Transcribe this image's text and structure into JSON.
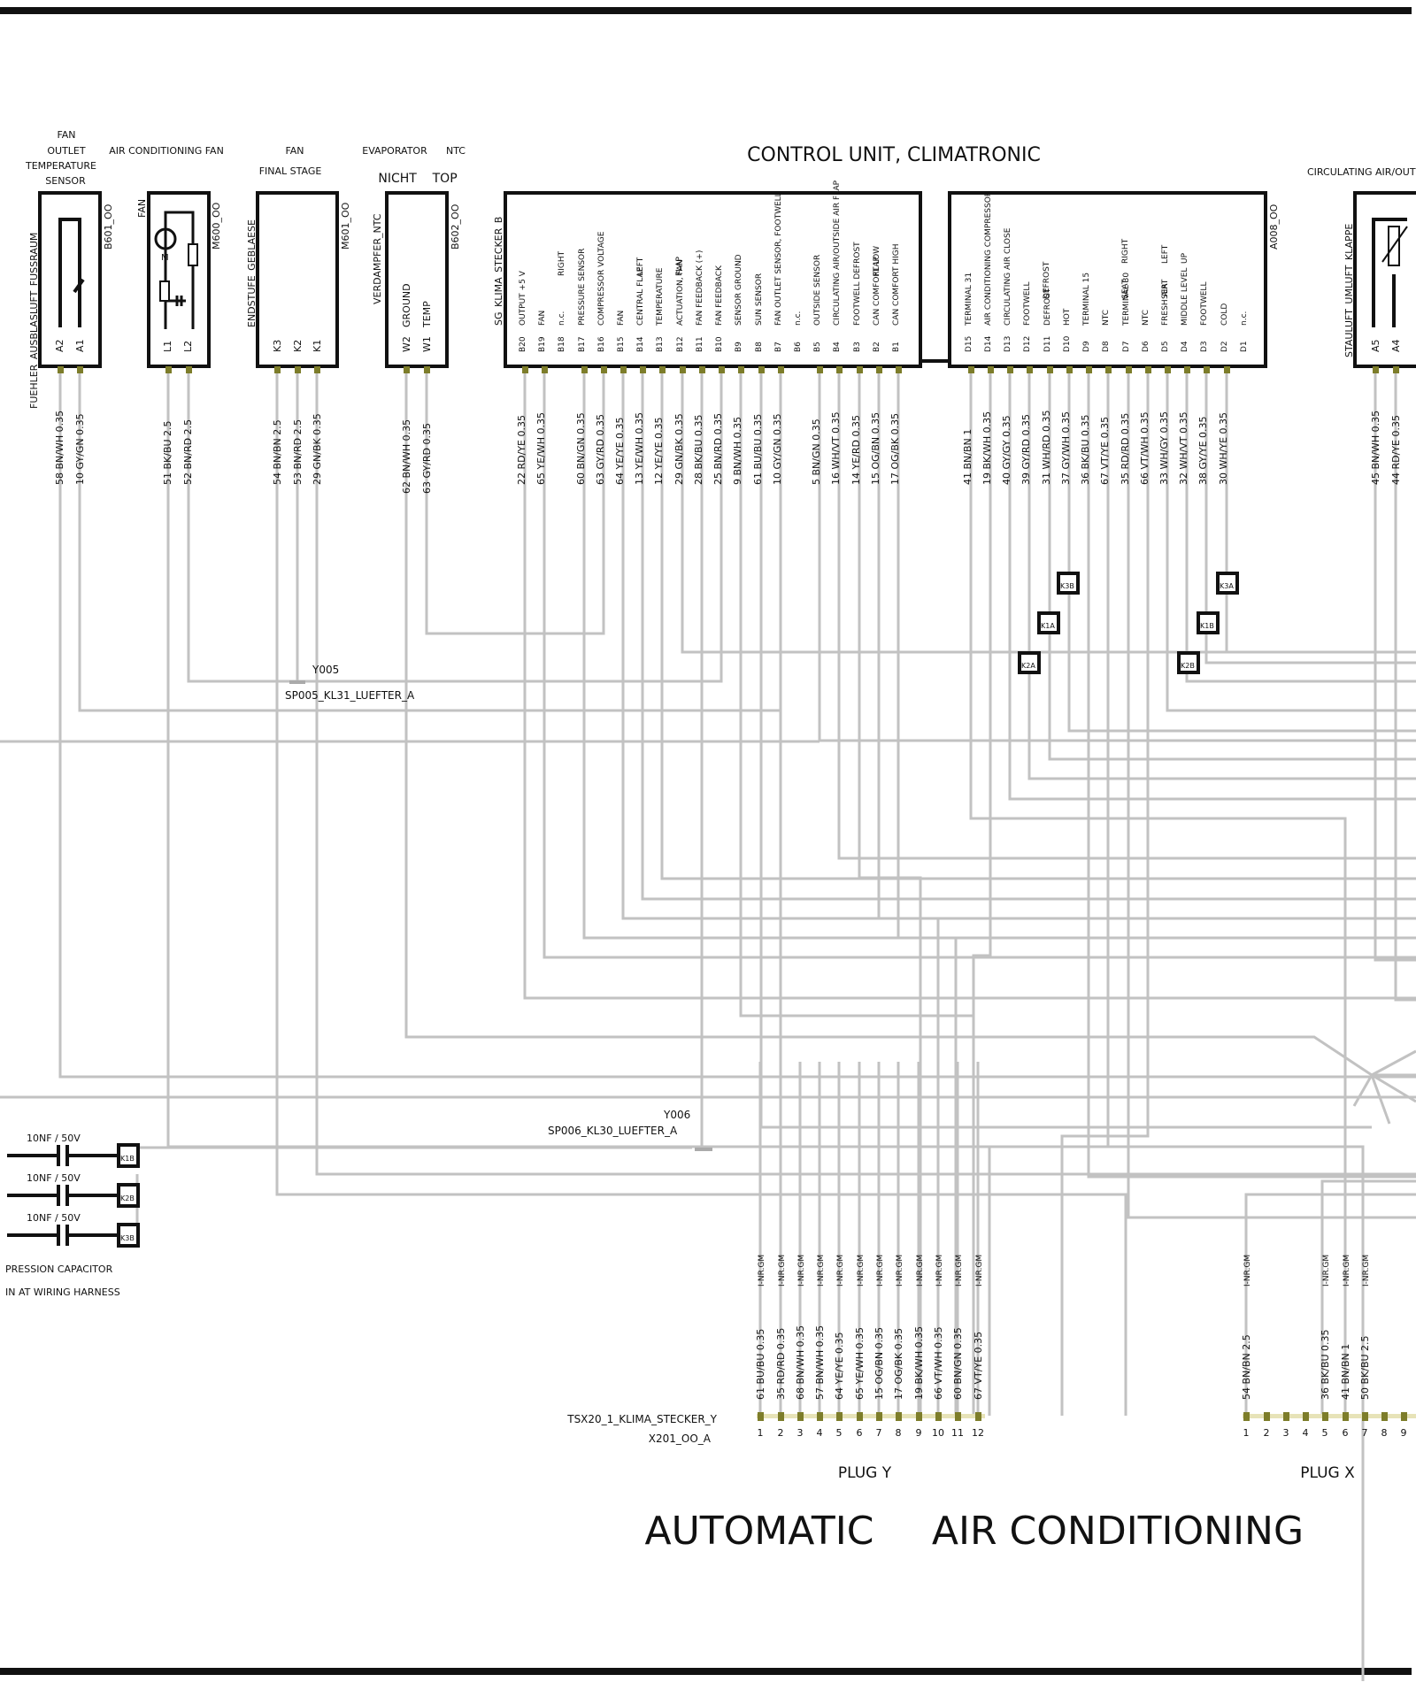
{
  "title": {
    "left": "AUTOMATIC",
    "right": "AIR CONDITIONING"
  },
  "colors": {
    "wire": "#c2c2c2",
    "frame": "#111111",
    "pin": "#7d7d2a"
  },
  "components": {
    "sensor": {
      "head": [
        "FAN",
        "OUTLET",
        "TEMPERATURE",
        "SENSOR"
      ],
      "name": "FUEHLER_AUSBLASLUFT_FUSSRAUM",
      "code": "B601_OO",
      "pins": [
        "A2",
        "A1"
      ],
      "wires": [
        "58 BN/WH 0.35",
        "10 GY/GN 0.35"
      ]
    },
    "fan": {
      "head": "AIR CONDITIONING FAN",
      "name": "FAN",
      "code": "M600_OO",
      "pins": [
        "L1",
        "L2"
      ],
      "wires": [
        "51 BK/BU 2.5",
        "52 BN/RD 2.5"
      ]
    },
    "stage": {
      "head": [
        "FAN",
        "FINAL STAGE"
      ],
      "name": "ENDSTUFE_GEBLAESE",
      "code": "M601_OO",
      "pins": [
        "K3",
        "K2",
        "K1"
      ],
      "wires": [
        "54 BN/BN 2.5",
        "53 BN/RD 2.5",
        "29 GN/BK 0.35"
      ]
    },
    "evap": {
      "head": [
        "EVAPORATOR",
        "NTC"
      ],
      "sub": "NICHT    TOP",
      "name": "VERDAMPFER_NTC",
      "code": "B602_OO",
      "pins": [
        "W2",
        "W1"
      ],
      "fn": [
        "GROUND",
        "TEMP"
      ],
      "wires": [
        "62 BN/WH 0.35",
        "63 GY/RD 0.35"
      ]
    },
    "control": {
      "title": "CONTROL UNIT, CLIMATRONIC",
      "connB": "SG_KLIMA_STECKER_B",
      "code": "A008_OO",
      "b_pins": [
        "B20",
        "B19",
        "B18",
        "B17",
        "B16",
        "B15",
        "B14",
        "B13",
        "B12",
        "B11",
        "B10",
        "B9",
        "B8",
        "B7",
        "B6",
        "B5",
        "B4",
        "B3",
        "B2",
        "B1"
      ],
      "b_fn": [
        "OUTPUT +5 V",
        "FAN",
        "n.c.",
        "PRESSURE SENSOR",
        "COMPRESSOR VOLTAGE",
        "FAN",
        "CENTRAL FLAP",
        "TEMPERATURE",
        "ACTUATION, FAN",
        "FAN FEEDBACK (+)",
        "FAN FEEDBACK",
        "SENSOR GROUND",
        "SUN SENSOR",
        "FAN OUTLET SENSOR, FOOTWELL",
        "n.c.",
        "OUTSIDE SENSOR",
        "CIRCULATING AIR/OUTSIDE AIR FLAP",
        "FOOTWELL DEFROST",
        "CAN COMFORT LOW",
        "CAN COMFORT HIGH"
      ],
      "b_fn2": [
        "",
        "RIGHT",
        "",
        "",
        "",
        "LEFT",
        "",
        "FLAP",
        "",
        "",
        "",
        "",
        "",
        "",
        "",
        "",
        "",
        "FLAP",
        "",
        ""
      ],
      "b_wires": [
        "22 RD/YE 0.35",
        "65 YE/WH 0.35",
        "",
        "60 BN/GN 0.35",
        "63 GY/RD 0.35",
        "64 YE/YE 0.35",
        "13 YE/WH 0.35",
        "12 YE/YE 0.35",
        "29 GN/BK 0.35",
        "28 BK/BU 0.35",
        "25 BN/RD 0.35",
        "9 BN/WH 0.35",
        "61 BU/BU 0.35",
        "10 GY/GN 0.35",
        "",
        "5 BN/GN 0.35",
        "16 WH/VT 0.35",
        "14 YE/RD 0.35",
        "15 OG/BN 0.35",
        "17 OG/BK 0.35"
      ],
      "d_pins": [
        "D15",
        "D14",
        "D13",
        "D12",
        "D11",
        "D10",
        "D9",
        "D8",
        "D7",
        "D6",
        "D5",
        "D4",
        "D3",
        "D2",
        "D1"
      ],
      "d_fn": [
        "TERMINAL 31",
        "AIR CONDITIONING COMPRESSOR",
        "CIRCULATING AIR CLOSE",
        "FOOTWELL",
        "DEFROST",
        "HOT",
        "TERMINAL 15",
        "NTC",
        "TERMINAL 30",
        "NTC",
        "FRESH AIR",
        "MIDDLE LEVEL",
        "FOOTWELL",
        "COLD",
        "n.c."
      ],
      "d_fn2": [
        "",
        "",
        "",
        "DEFROST",
        "",
        "",
        "",
        "SEAT",
        "",
        "SEAT",
        "",
        "",
        "",
        "",
        ""
      ],
      "d_fn3": [
        "",
        "",
        "",
        "",
        "",
        "",
        "",
        "RIGHT",
        "",
        "LEFT",
        "UP",
        "",
        "",
        "",
        ""
      ],
      "d_wires": [
        "41 BN/BN 1",
        "19 BK/WH 0.35",
        "40 GY/GY 0.35",
        "39 GY/RD 0.35",
        "31 WH/RD 0.35",
        "37 GY/WH 0.35",
        "36 BK/BU 0.35",
        "67 VT/YE 0.35",
        "35 RD/RD 0.35",
        "66 VT/WH 0.35",
        "33 WH/GY 0.35",
        "32 WH/VT 0.35",
        "38 GY/YE 0.35",
        "30 WH/YE 0.35",
        ""
      ]
    },
    "flap": {
      "head": "CIRCULATING AIR/OUT",
      "name": "STAULUFT_UMLUFT_KLAPPE",
      "pins": [
        "A5",
        "A4"
      ],
      "wires": [
        "45 BN/WH 0.35",
        "44 RD/YE 0.35"
      ]
    }
  },
  "splices": {
    "y005": {
      "id": "Y005",
      "name": "SP005_KL31_LUEFTER_A"
    },
    "y006": {
      "id": "Y006",
      "name": "SP006_KL30_LUEFTER_A"
    }
  },
  "markers": [
    "K3B",
    "K1A",
    "K2A",
    "K3A",
    "K1B",
    "K2B"
  ],
  "capacitors": {
    "rows": [
      {
        "value": "10NF / 50V",
        "tag": "K1B"
      },
      {
        "value": "10NF / 50V",
        "tag": "K2B"
      },
      {
        "value": "10NF / 50V",
        "tag": "K3B"
      }
    ],
    "note1": "PRESSION CAPACITOR",
    "note2": "IN AT WIRING HARNESS"
  },
  "plug_y": {
    "name": "TSX20_1_KLIMA_STECKER_Y",
    "code": "X201_OO_A",
    "label": "PLUG Y",
    "part": "I-NR.GM",
    "pins": [
      "1",
      "2",
      "3",
      "4",
      "5",
      "6",
      "7",
      "8",
      "9",
      "10",
      "11",
      "12"
    ],
    "wires": [
      "61 BU/BU 0.35",
      "35 RD/RD 0.35",
      "68 BN/WH 0.35",
      "57 BN/WH 0.35",
      "64 YE/YE 0.35",
      "65 YE/WH 0.35",
      "15 OG/BN 0.35",
      "17 OG/BK 0.35",
      "19 BK/WH 0.35",
      "66 VT/WH 0.35",
      "60 BN/GN 0.35",
      "67 VT/YE 0.35"
    ]
  },
  "plug_x": {
    "label": "PLUG X",
    "part": "I-NR.GM",
    "pins": [
      "1",
      "2",
      "3",
      "4",
      "5",
      "6",
      "7",
      "8",
      "9"
    ],
    "wires": [
      "54 BN/BN 2.5",
      "",
      "",
      "",
      "36 BK/BU 0.35",
      "41 BN/BN 1",
      "50 BK/BU 2.5",
      "",
      ""
    ]
  }
}
